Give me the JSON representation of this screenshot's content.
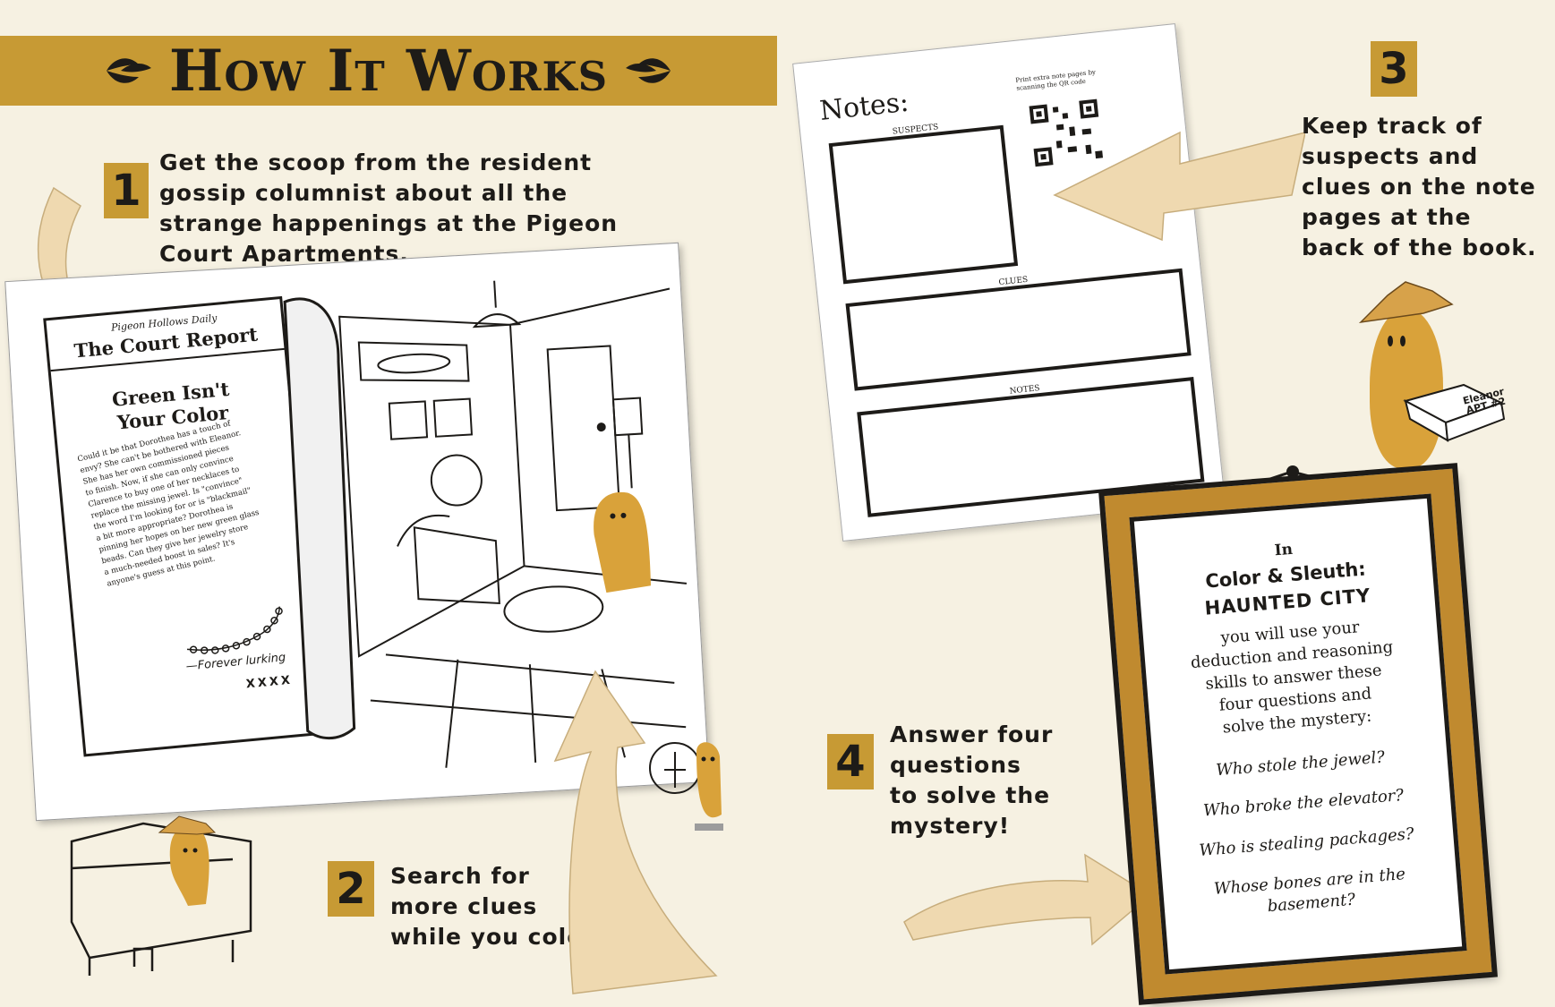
{
  "banner": {
    "title": "How It Works"
  },
  "steps": [
    {
      "number": "1",
      "lines": [
        "Get the scoop from the resident",
        "gossip columnist about all the",
        "strange happenings at the Pigeon",
        "Court Apartments."
      ]
    },
    {
      "number": "2",
      "lines": [
        "Search for",
        "more clues",
        "while you color."
      ]
    },
    {
      "number": "3",
      "lines": [
        "Keep track of",
        "suspects and",
        "clues on the note",
        "pages at the",
        "back of the book."
      ]
    },
    {
      "number": "4",
      "lines": [
        "Answer four",
        "questions",
        "to solve the",
        "mystery!"
      ]
    }
  ],
  "newspaper": {
    "daily": "Pigeon Hollows Daily",
    "name": "The Court Report",
    "headline_lines": [
      "Green Isn't",
      "Your Color"
    ],
    "body_lines": [
      "Could it be that Dorothea has a touch of",
      "envy? She can't be bothered with Eleanor.",
      "She has her own commissioned pieces",
      "to finish. Now, if she can only convince",
      "Clarence to buy one of her necklaces to",
      "replace the missing jewel. Is \"convince\"",
      "the word I'm looking for or is \"blackmail\"",
      "a bit more appropriate? Dorothea is",
      "pinning her hopes on her new green glass",
      "beads. Can they give her jewelry store",
      "a much-needed boost in sales? It's",
      "anyone's guess at this point."
    ],
    "signoff": "—Forever lurking",
    "kisses": "XXXX"
  },
  "notes_page": {
    "title": "Notes:",
    "hint": "Print extra note pages by scanning the QR code",
    "sections": [
      "SUSPECTS",
      "CLUES",
      "NOTES"
    ]
  },
  "package_label": [
    "Eleanor",
    "APT #2"
  ],
  "frame": {
    "intro": "In",
    "title": "Color & Sleuth:",
    "subtitle": "HAUNTED CITY",
    "body_lines": [
      "you will use your",
      "deduction and reasoning",
      "skills to answer these",
      "four questions and",
      "solve the mystery:"
    ],
    "questions": [
      "Who stole the jewel?",
      "Who broke the elevator?",
      "Who is stealing packages?",
      "Whose bones are in the basement?"
    ]
  },
  "colors": {
    "gold": "#c79a34",
    "cream": "#f6f1e2",
    "arrow": "#efd9b0",
    "ink": "#1d1b18",
    "wood": "#c08a2f",
    "pigeon": "#d9a23a"
  }
}
